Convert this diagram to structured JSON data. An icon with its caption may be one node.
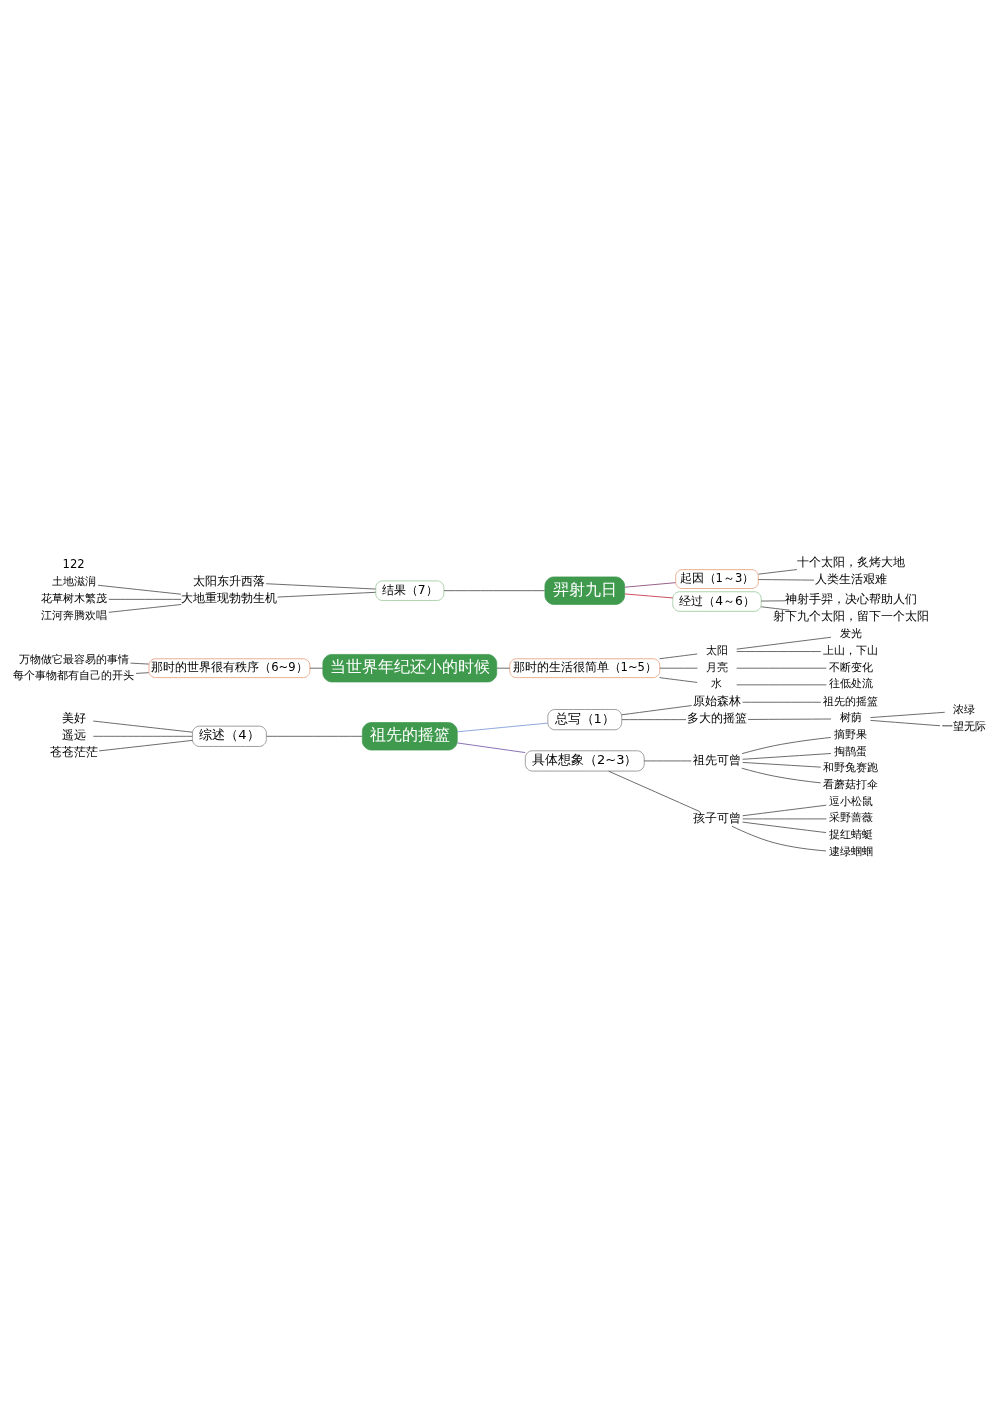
{
  "diagram": {
    "nodes": [
      {
        "text": [
          "祖先的摇篮"
        ]
      },
      {
        "text": [
          "总写（1）"
        ]
      },
      {
        "text": [
          "原始森林"
        ]
      },
      {
        "text": [
          "祖先的摇篮"
        ]
      },
      {
        "text": [
          "多大的摇篮"
        ]
      },
      {
        "text": [
          "树荫"
        ]
      },
      {
        "text": [
          "浓绿"
        ]
      },
      {
        "text": [
          "一望无际"
        ]
      },
      {
        "text": [
          "具体想象（2~3）"
        ]
      },
      {
        "text": [
          "祖先可曾"
        ]
      },
      {
        "text": [
          "摘野果"
        ]
      },
      {
        "text": [
          "掏鹊蛋"
        ]
      },
      {
        "text": [
          "和野兔赛跑"
        ]
      },
      {
        "text": [
          "看蘑菇打伞"
        ]
      },
      {
        "text": [
          "孩子可曾"
        ]
      },
      {
        "text": [
          "逗小松鼠"
        ]
      },
      {
        "text": [
          "采野蔷薇"
        ]
      },
      {
        "text": [
          "捉红蜻蜓"
        ]
      },
      {
        "text": [
          "逮绿蝈蝈"
        ]
      },
      {
        "text": [
          "综述（4）"
        ]
      },
      {
        "text": [
          "美好"
        ]
      },
      {
        "text": [
          "遥远"
        ]
      },
      {
        "text": [
          "苍苍茫茫"
        ]
      },
      {
        "text": [
          "当世界年纪还小的时候"
        ]
      },
      {
        "text": [
          "那时的生活很简单（1~5）"
        ]
      },
      {
        "text": [
          "太阳"
        ]
      },
      {
        "text": [
          "发光"
        ]
      },
      {
        "text": [
          "上山，下山"
        ]
      },
      {
        "text": [
          "月亮"
        ]
      },
      {
        "text": [
          "不断变化"
        ]
      },
      {
        "text": [
          "水"
        ]
      },
      {
        "text": [
          "往低处流"
        ]
      },
      {
        "text": [
          "那时的世界很有秩序（6~9）"
        ]
      },
      {
        "text": [
          "万物做它最容易的事情"
        ]
      },
      {
        "text": [
          "每个事物都有自己的开头"
        ]
      },
      {
        "text": [
          "羿射九日"
        ]
      },
      {
        "text": [
          "起因（1～3）"
        ]
      },
      {
        "text": [
          "十个太阳，炙烤大地"
        ]
      },
      {
        "text": [
          "人类生活艰难"
        ]
      },
      {
        "text": [
          "经过（4～6）"
        ]
      },
      {
        "text": [
          "神射手羿，决心帮助人们"
        ]
      },
      {
        "text": [
          "射下九个太阳，留下一个太阳"
        ]
      },
      {
        "text": [
          "结果（7）"
        ]
      },
      {
        "text": [
          "太阳东升西落"
        ]
      },
      {
        "text": [
          "大地重现勃勃生机"
        ]
      },
      {
        "text": [
          "土地滋润"
        ]
      },
      {
        "text": [
          "花草树木繁茂"
        ]
      },
      {
        "text": [
          "江河奔腾欢唱"
        ]
      }
    ],
    "edges": [
      {
        "from": 0,
        "to": 1,
        "arrow": "none",
        "color": "#7d9bd8"
      },
      {
        "from": 1,
        "to": 2,
        "arrow": "none"
      },
      {
        "from": 2,
        "to": 3,
        "arrow": "none"
      },
      {
        "from": 1,
        "to": 4,
        "arrow": "none"
      },
      {
        "from": 4,
        "to": 5,
        "arrow": "none"
      },
      {
        "from": 5,
        "to": 6,
        "arrow": "none"
      },
      {
        "from": 5,
        "to": 7,
        "arrow": "none"
      },
      {
        "from": 0,
        "to": 8,
        "arrow": "none",
        "color": "#7a5ca8"
      },
      {
        "from": 8,
        "to": 9,
        "arrow": "none"
      },
      {
        "from": 9,
        "to": 10,
        "arrow": "none"
      },
      {
        "from": 9,
        "to": 11,
        "arrow": "none"
      },
      {
        "from": 9,
        "to": 12,
        "arrow": "none"
      },
      {
        "from": 9,
        "to": 13,
        "arrow": "none"
      },
      {
        "from": 8,
        "to": 14,
        "arrow": "none"
      },
      {
        "from": 14,
        "to": 15,
        "arrow": "none"
      },
      {
        "from": 14,
        "to": 16,
        "arrow": "none"
      },
      {
        "from": 14,
        "to": 17,
        "arrow": "none"
      },
      {
        "from": 14,
        "to": 18,
        "arrow": "none"
      },
      {
        "from": 0,
        "to": 19,
        "arrow": "none"
      },
      {
        "from": 19,
        "to": 20,
        "arrow": "none"
      },
      {
        "from": 19,
        "to": 21,
        "arrow": "none"
      },
      {
        "from": 19,
        "to": 22,
        "arrow": "none"
      },
      {
        "from": 23,
        "to": 24,
        "arrow": "none"
      },
      {
        "from": 24,
        "to": 25,
        "arrow": "none"
      },
      {
        "from": 25,
        "to": 26,
        "arrow": "none"
      },
      {
        "from": 25,
        "to": 27,
        "arrow": "none"
      },
      {
        "from": 24,
        "to": 28,
        "arrow": "none"
      },
      {
        "from": 28,
        "to": 29,
        "arrow": "none"
      },
      {
        "from": 24,
        "to": 30,
        "arrow": "none"
      },
      {
        "from": 30,
        "to": 31,
        "arrow": "none"
      },
      {
        "from": 23,
        "to": 32,
        "arrow": "none"
      },
      {
        "from": 32,
        "to": 33,
        "arrow": "none"
      },
      {
        "from": 32,
        "to": 34,
        "arrow": "none"
      },
      {
        "from": 35,
        "to": 36,
        "arrow": "none",
        "color": "#8a4a7a"
      },
      {
        "from": 36,
        "to": 37,
        "arrow": "none"
      },
      {
        "from": 36,
        "to": 38,
        "arrow": "none"
      },
      {
        "from": 35,
        "to": 39,
        "arrow": "none",
        "color": "#c8344a"
      },
      {
        "from": 39,
        "to": 40,
        "arrow": "none"
      },
      {
        "from": 39,
        "to": 41,
        "arrow": "none"
      },
      {
        "from": 35,
        "to": 42,
        "arrow": "none"
      },
      {
        "from": 42,
        "to": 43,
        "arrow": "none"
      },
      {
        "from": 42,
        "to": 44,
        "arrow": "none"
      },
      {
        "from": 44,
        "to": 45,
        "arrow": "none"
      },
      {
        "from": 44,
        "to": 46,
        "arrow": "none"
      },
      {
        "from": 44,
        "to": 47,
        "arrow": "none"
      }
    ],
    "labels": [
      "122"
    ]
  }
}
